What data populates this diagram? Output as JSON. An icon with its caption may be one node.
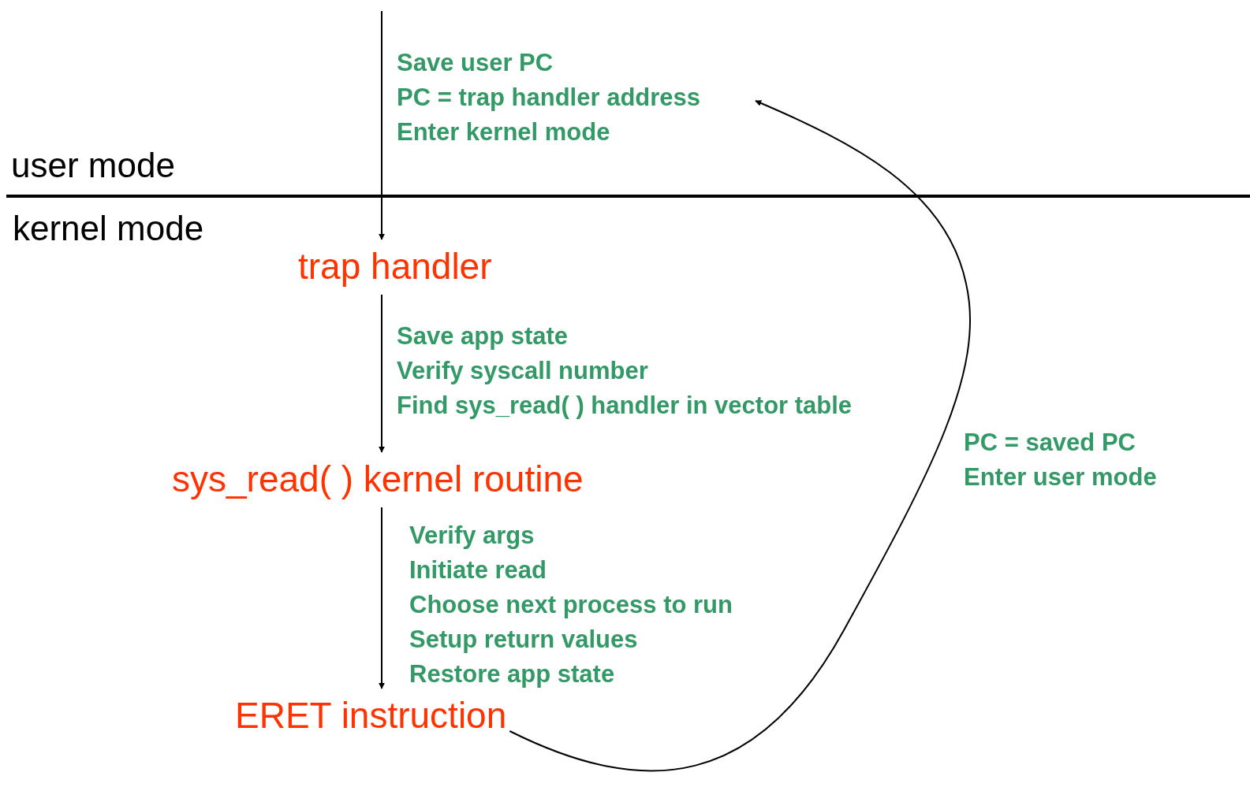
{
  "diagram": {
    "nodes": [
      {
        "text": [
          "trap handler"
        ]
      },
      {
        "text": [
          "sys_read( ) kernel routine"
        ]
      },
      {
        "text": [
          "ERET instruction"
        ]
      },
      {
        "text": [
          "Save user PC",
          "PC = trap handler address",
          "Enter kernel mode"
        ]
      }
    ],
    "edges": [
      {
        "from": null,
        "to": 0,
        "arrow": "to"
      },
      {
        "from": 0,
        "to": 1,
        "arrow": "to"
      },
      {
        "from": 1,
        "to": 2,
        "arrow": "to"
      },
      {
        "from": 2,
        "to": 3,
        "arrow": "to"
      }
    ],
    "labels": [
      "user mode",
      "kernel mode",
      "Save app state",
      "Verify syscall number",
      "Find sys_read( ) handler in vector table",
      "PC = saved PC",
      "Enter user mode",
      "Verify args",
      "Initiate read",
      "Choose next process to run",
      "Setup return values",
      "Restore app state"
    ]
  }
}
